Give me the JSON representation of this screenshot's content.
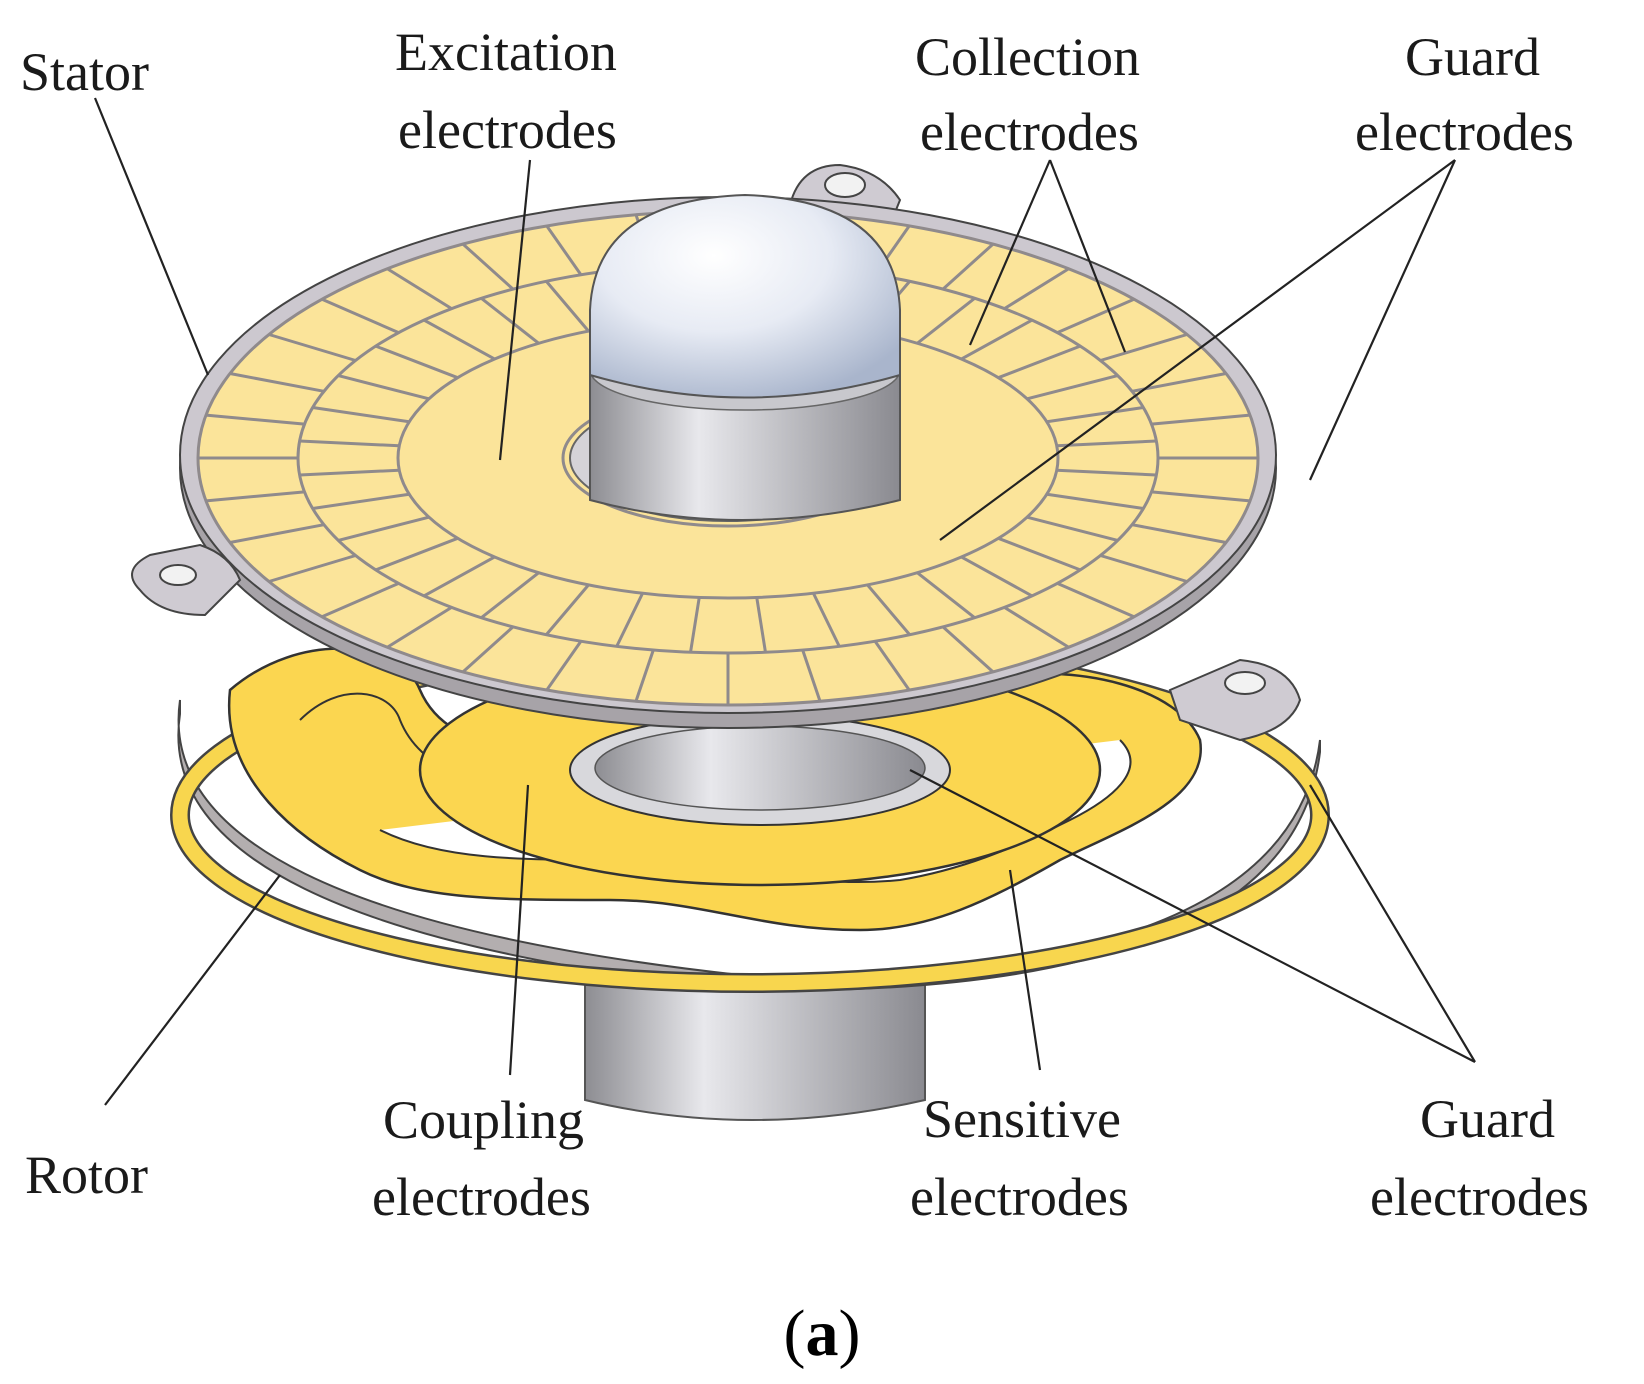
{
  "labels": {
    "stator": "Stator",
    "excitation": [
      "Excitation",
      "electrodes"
    ],
    "collection": [
      "Collection",
      "electrodes"
    ],
    "guard_top": [
      "Guard",
      "electrodes"
    ],
    "rotor": "Rotor",
    "coupling": [
      "Coupling",
      "electrodes"
    ],
    "sensitive": [
      "Sensitive",
      "electrodes"
    ],
    "guard_bottom": [
      "Guard",
      "electrodes"
    ]
  },
  "caption": {
    "open": "(",
    "letter": "a",
    "close": ")"
  },
  "colors": {
    "stator_plate": "#ccc8cf",
    "stator_electrode": "#fbe49a",
    "grid_line": "#8f8a8c",
    "rotor_ring": "#b8b3b4",
    "rotor_electrode": "#fbd650",
    "shaft": "#a9a9ad",
    "dome": "#dbe2f0"
  }
}
